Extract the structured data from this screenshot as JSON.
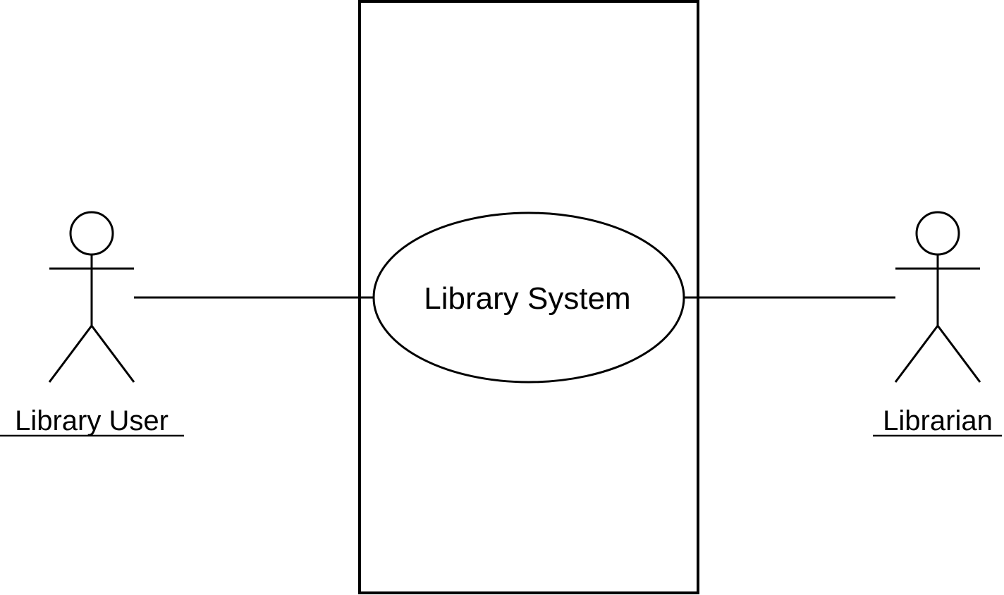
{
  "system": {
    "use_case": "Library System"
  },
  "actors": {
    "left": {
      "name": "Library User"
    },
    "right": {
      "name": "Librarian"
    }
  },
  "colors": {
    "stroke": "#000000",
    "background": "#ffffff"
  }
}
